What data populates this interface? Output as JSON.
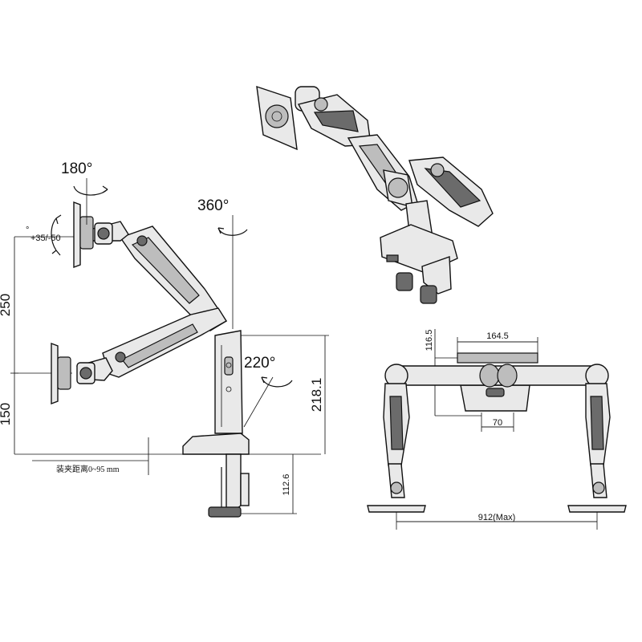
{
  "side_view": {
    "rotation_monitor": "180°",
    "rotation_arm": "360°",
    "rotation_base": "220°",
    "tilt_range": "+35/-50",
    "degree_mark": "°",
    "height_upper": "250",
    "height_lower": "150",
    "height_total": "218.1",
    "clamp_height": "112.6",
    "clamp_range": "装夹距离0~95 mm"
  },
  "front_view": {
    "plate_width": "164.5",
    "plate_height": "116.5",
    "center_width": "70",
    "max_width": "912(Max)"
  }
}
